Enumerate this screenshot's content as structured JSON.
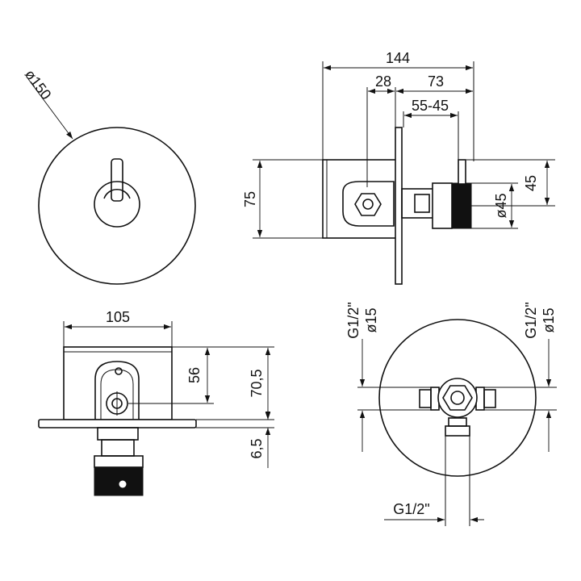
{
  "dimensions": {
    "front_diameter": "ø150",
    "overall_depth": "144",
    "body_depth": "28",
    "protrusion": "73",
    "wall_range": "55-45",
    "height": "75",
    "lever_height": "45",
    "knob_diameter": "ø45",
    "width": "105",
    "inlet_height": "56",
    "total_height": "70,5",
    "plate_thickness": "6,5",
    "thread_left": "G1/2\"",
    "pipe_left": "ø15",
    "thread_right": "G1/2\"",
    "pipe_right": "ø15",
    "thread_bottom": "G1/2\""
  }
}
